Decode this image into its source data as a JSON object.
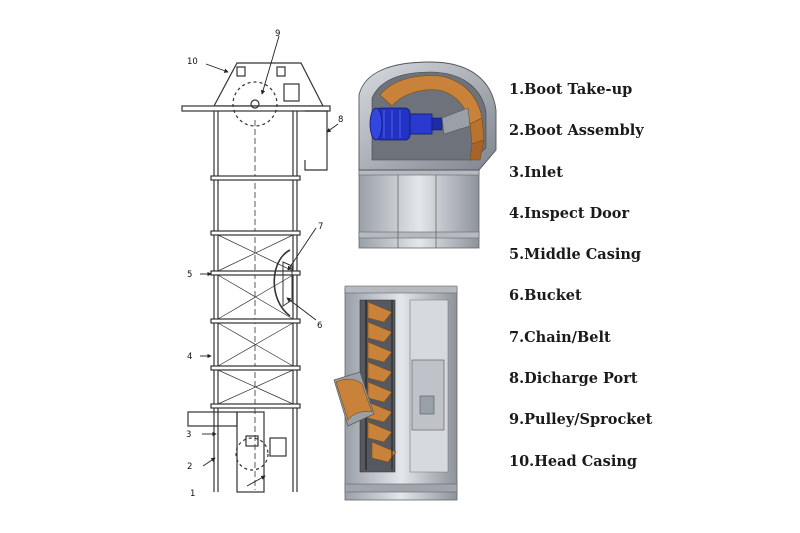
{
  "legend": {
    "items": [
      "1.Boot Take-up",
      "2.Boot Assembly",
      "3.Inlet",
      "4.Inspect Door",
      "5.Middle Casing",
      "6.Bucket",
      "7.Chain/Belt",
      "8.Dicharge Port",
      "9.Pulley/Sprocket",
      "10.Head Casing"
    ]
  },
  "callouts": [
    "1",
    "2",
    "3",
    "4",
    "5",
    "6",
    "7",
    "8",
    "9",
    "10"
  ],
  "colors": {
    "line": "#333333",
    "steel": "#c9ccd2",
    "steel_dark": "#8e939b",
    "motor": "#2233c4",
    "bucket": "#c8823a"
  }
}
